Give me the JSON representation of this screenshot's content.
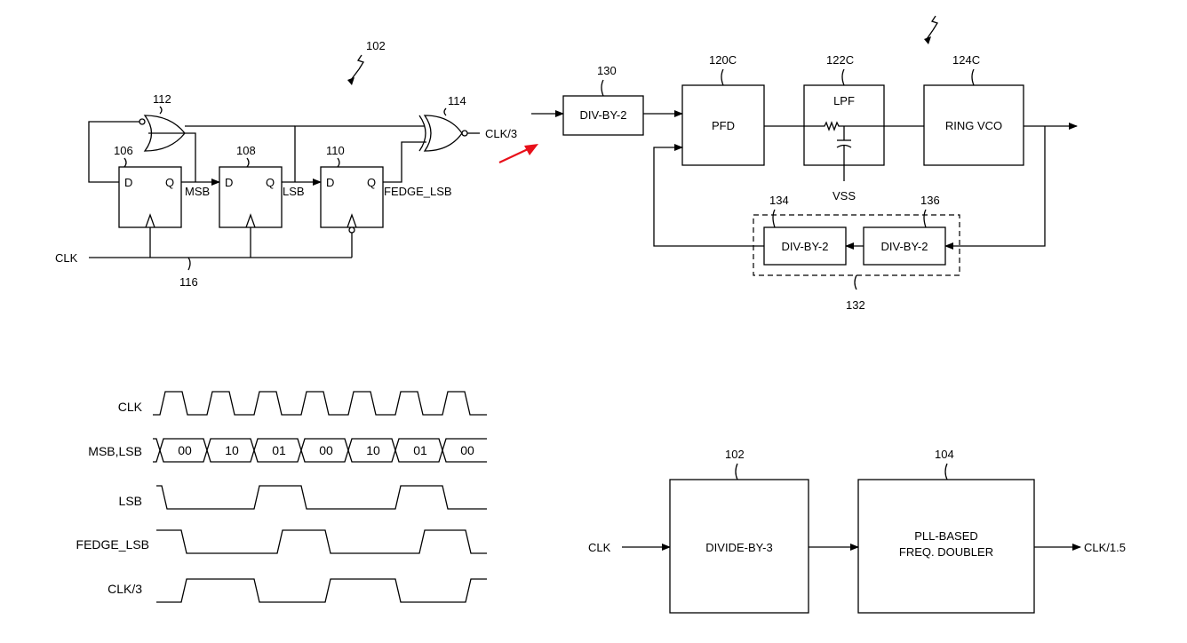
{
  "counter": {
    "ref": "102",
    "nor_ref": "112",
    "xnor_ref": "114",
    "ff_refs": [
      "106",
      "108",
      "110"
    ],
    "clk_bus_ref": "116",
    "output_label": "CLK/3",
    "d_label": "D",
    "q_label": "Q",
    "msb_label": "MSB",
    "lsb_label": "LSB",
    "fedge_label": "FEDGE_LSB",
    "clk_label": "CLK"
  },
  "pll": {
    "div_in_ref": "130",
    "div_in_label": "DIV-BY-2",
    "pfd_ref": "120C",
    "pfd_label": "PFD",
    "lpf_ref": "122C",
    "lpf_label": "LPF",
    "vss_label": "VSS",
    "vco_ref": "124C",
    "vco_label": "RING VCO",
    "feedback_group_ref": "132",
    "fb_div1_ref": "134",
    "fb_div1_label": "DIV-BY-2",
    "fb_div2_ref": "136",
    "fb_div2_label": "DIV-BY-2"
  },
  "timing": {
    "signals": [
      "CLK",
      "MSB,LSB",
      "LSB",
      "FEDGE_LSB",
      "CLK/3"
    ],
    "states": [
      "00",
      "10",
      "01",
      "00",
      "10",
      "01",
      "00"
    ]
  },
  "system": {
    "div_ref": "102",
    "div_label": "DIVIDE-BY-3",
    "doubler_ref": "104",
    "doubler_line1": "PLL-BASED",
    "doubler_line2": "FREQ. DOUBLER",
    "input_label": "CLK",
    "output_label": "CLK/1.5"
  }
}
